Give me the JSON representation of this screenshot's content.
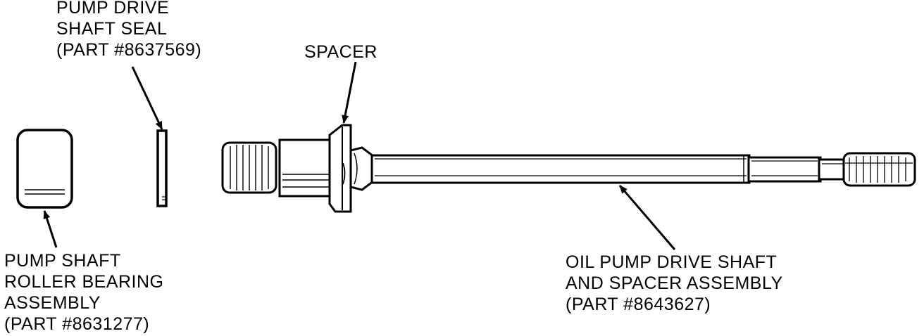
{
  "labels": {
    "seal": {
      "lines": [
        "PUMP DRIVE",
        "SHAFT SEAL",
        "(PART #8637569)"
      ]
    },
    "spacer": {
      "lines": [
        "SPACER"
      ]
    },
    "bearing": {
      "lines": [
        "PUMP SHAFT",
        "ROLLER BEARING",
        "ASSEMBLY",
        "(PART #8631277)"
      ]
    },
    "shaft": {
      "lines": [
        "OIL PUMP DRIVE SHAFT",
        "AND SPACER ASSEMBLY",
        "(PART #8643627)"
      ]
    }
  }
}
